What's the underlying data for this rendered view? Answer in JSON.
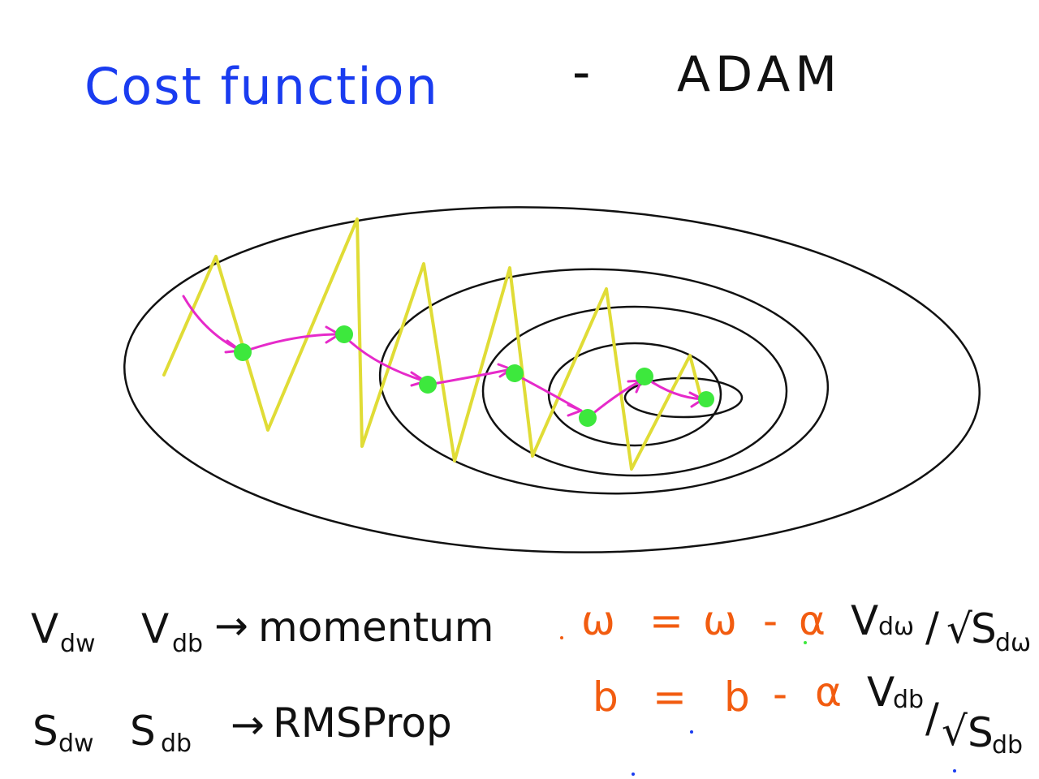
{
  "title": {
    "left": "Cost function",
    "dash": "-",
    "right": "ADAM"
  },
  "notes": {
    "momentum": {
      "v1_main": "V",
      "v1_sub": "dw",
      "v2_main": "V",
      "v2_sub": "db",
      "arrow": "→",
      "label": "momentum"
    },
    "rmsprop": {
      "s1_main": "S",
      "s1_sub": "dw",
      "s2_main": "S",
      "s2_sub": "db",
      "arrow": "→",
      "label": "RMSProp"
    }
  },
  "formulas": {
    "w": {
      "lhs": "ω",
      "eq": "=",
      "rhs_var": "ω",
      "minus": "-",
      "alpha": "α",
      "num_main": "V",
      "num_sub": "dω",
      "slash": "/",
      "sqrt": "√",
      "den_main": "S",
      "den_sub": "dω"
    },
    "b": {
      "lhs": "b",
      "eq": "=",
      "rhs_var": "b",
      "minus": "-",
      "alpha": "α",
      "num_main": "V",
      "num_sub": "db",
      "slash": "/",
      "sqrt": "√",
      "den_main": "S",
      "den_sub": "db"
    }
  },
  "colors": {
    "title": "#1a3cf0",
    "ink": "#111111",
    "formula": "#f25c10",
    "zigzag": "#e0dc36",
    "path": "#e62aca",
    "dot": "#3de83d"
  }
}
